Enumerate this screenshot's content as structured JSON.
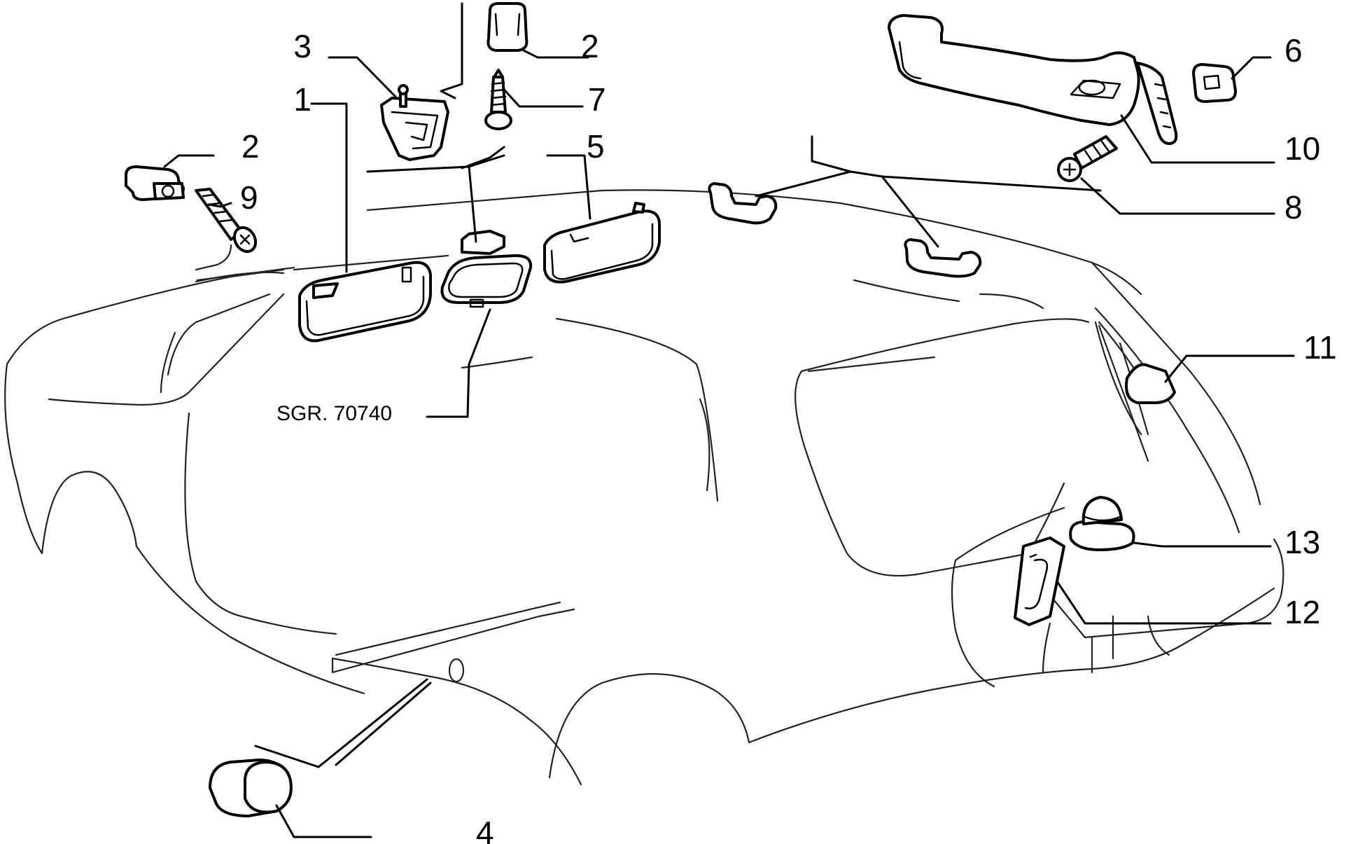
{
  "callouts": {
    "c1": "1",
    "c2a": "2",
    "c2b": "2",
    "c3": "3",
    "c4": "4",
    "c5": "5",
    "c6": "6",
    "c7": "7",
    "c8": "8",
    "c9": "9",
    "c10": "10",
    "c11": "11",
    "c12": "12",
    "c13": "13"
  },
  "reference": "SGR. 70740"
}
